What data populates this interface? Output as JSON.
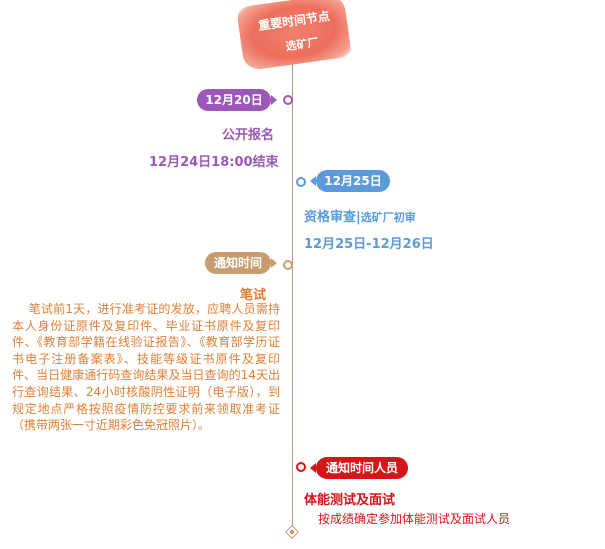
{
  "header": {
    "line1": "重要时间节点",
    "line2": "选矿厂"
  },
  "colors": {
    "purple": "#9d57b8",
    "blue": "#5c9bd9",
    "tan": "#c79d6f",
    "red": "#d8141b",
    "orange": "#e17f35",
    "header": "#ee6e5d"
  },
  "stages": [
    {
      "pill": "12月20日",
      "title": "公开报名",
      "date": "12月24日18:00结束"
    },
    {
      "pill": "12月25日",
      "title": "资格审查",
      "separator": "|",
      "subtitle": "选矿厂初审",
      "date": "12月25日-12月26日"
    },
    {
      "pill": "通知时间",
      "title": "笔试",
      "body": "笔试前1天，进行准考证的发放，应聘人员需持本人身份证原件及复印件、毕业证书原件及复印件、《教育部学籍在线验证报告》、《教育部学历证书电子注册备案表》、技能等级证书原件及复印件、当日健康通行码查询结果及当日查询的14天出行查询结果、24小时核酸阴性证明（电子版），到规定地点严格按照疫情防控要求前来领取准考证（携带两张一寸近期彩色免冠照片）。"
    },
    {
      "pill": "通知时间人员",
      "title": "体能测试及面试",
      "body": "按成绩确定参加体能测试及面试人员"
    }
  ]
}
